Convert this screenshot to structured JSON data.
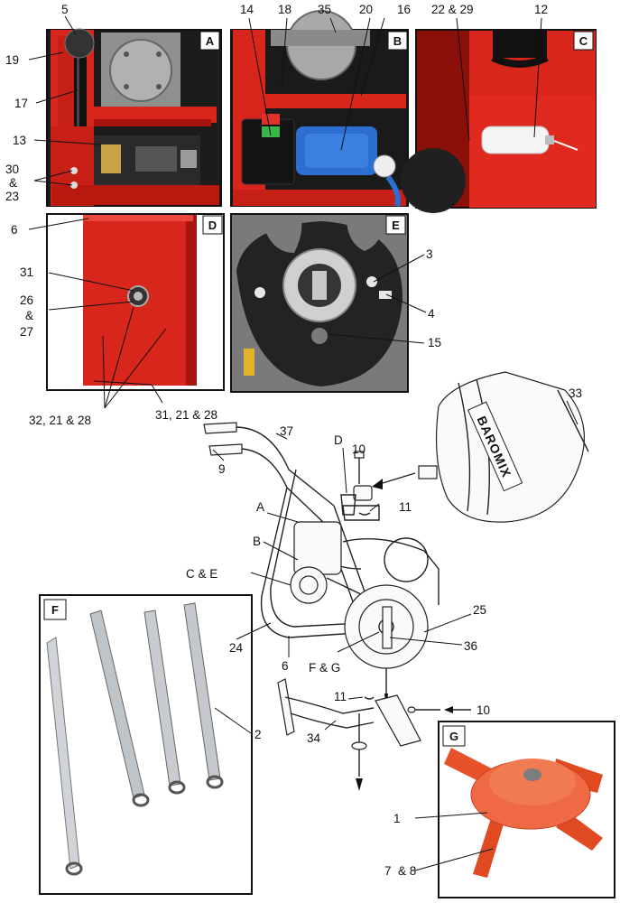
{
  "colors": {
    "frame_red": "#d8261d",
    "dark_red": "#a8140f",
    "photo_dark": "#1b1b1b",
    "plug_blue": "#2d6fd0",
    "motor_gray": "#9a9a9a",
    "paddle_orange": "#e8522a",
    "steel": "#c8ccd0"
  },
  "panels": {
    "A": {
      "letter": "A",
      "labels": [
        "5",
        "19",
        "17",
        "13",
        "30",
        "&",
        "23"
      ]
    },
    "B": {
      "letter": "B",
      "labels": [
        "14",
        "18",
        "35",
        "20",
        "16"
      ]
    },
    "C": {
      "letter": "C",
      "labels": [
        "22 & 29",
        "12"
      ]
    },
    "D": {
      "letter": "D",
      "labels": [
        "6",
        "31",
        "26",
        "&",
        "27",
        "32, 21 & 28",
        "31, 21 & 28"
      ]
    },
    "E": {
      "letter": "E",
      "labels": [
        "3",
        "4",
        "15"
      ]
    },
    "F": {
      "letter": "F",
      "labels": [
        "2"
      ]
    },
    "G": {
      "letter": "G",
      "labels": [
        "1",
        "7  & 8"
      ]
    }
  },
  "main_diagram": {
    "brand_text": "BAROMIX",
    "labels": [
      "37",
      "10",
      "33",
      "D",
      "9",
      "11",
      "A",
      "B",
      "C & E",
      "25",
      "24",
      "6",
      "F & G",
      "36",
      "11",
      "10",
      "34"
    ]
  }
}
